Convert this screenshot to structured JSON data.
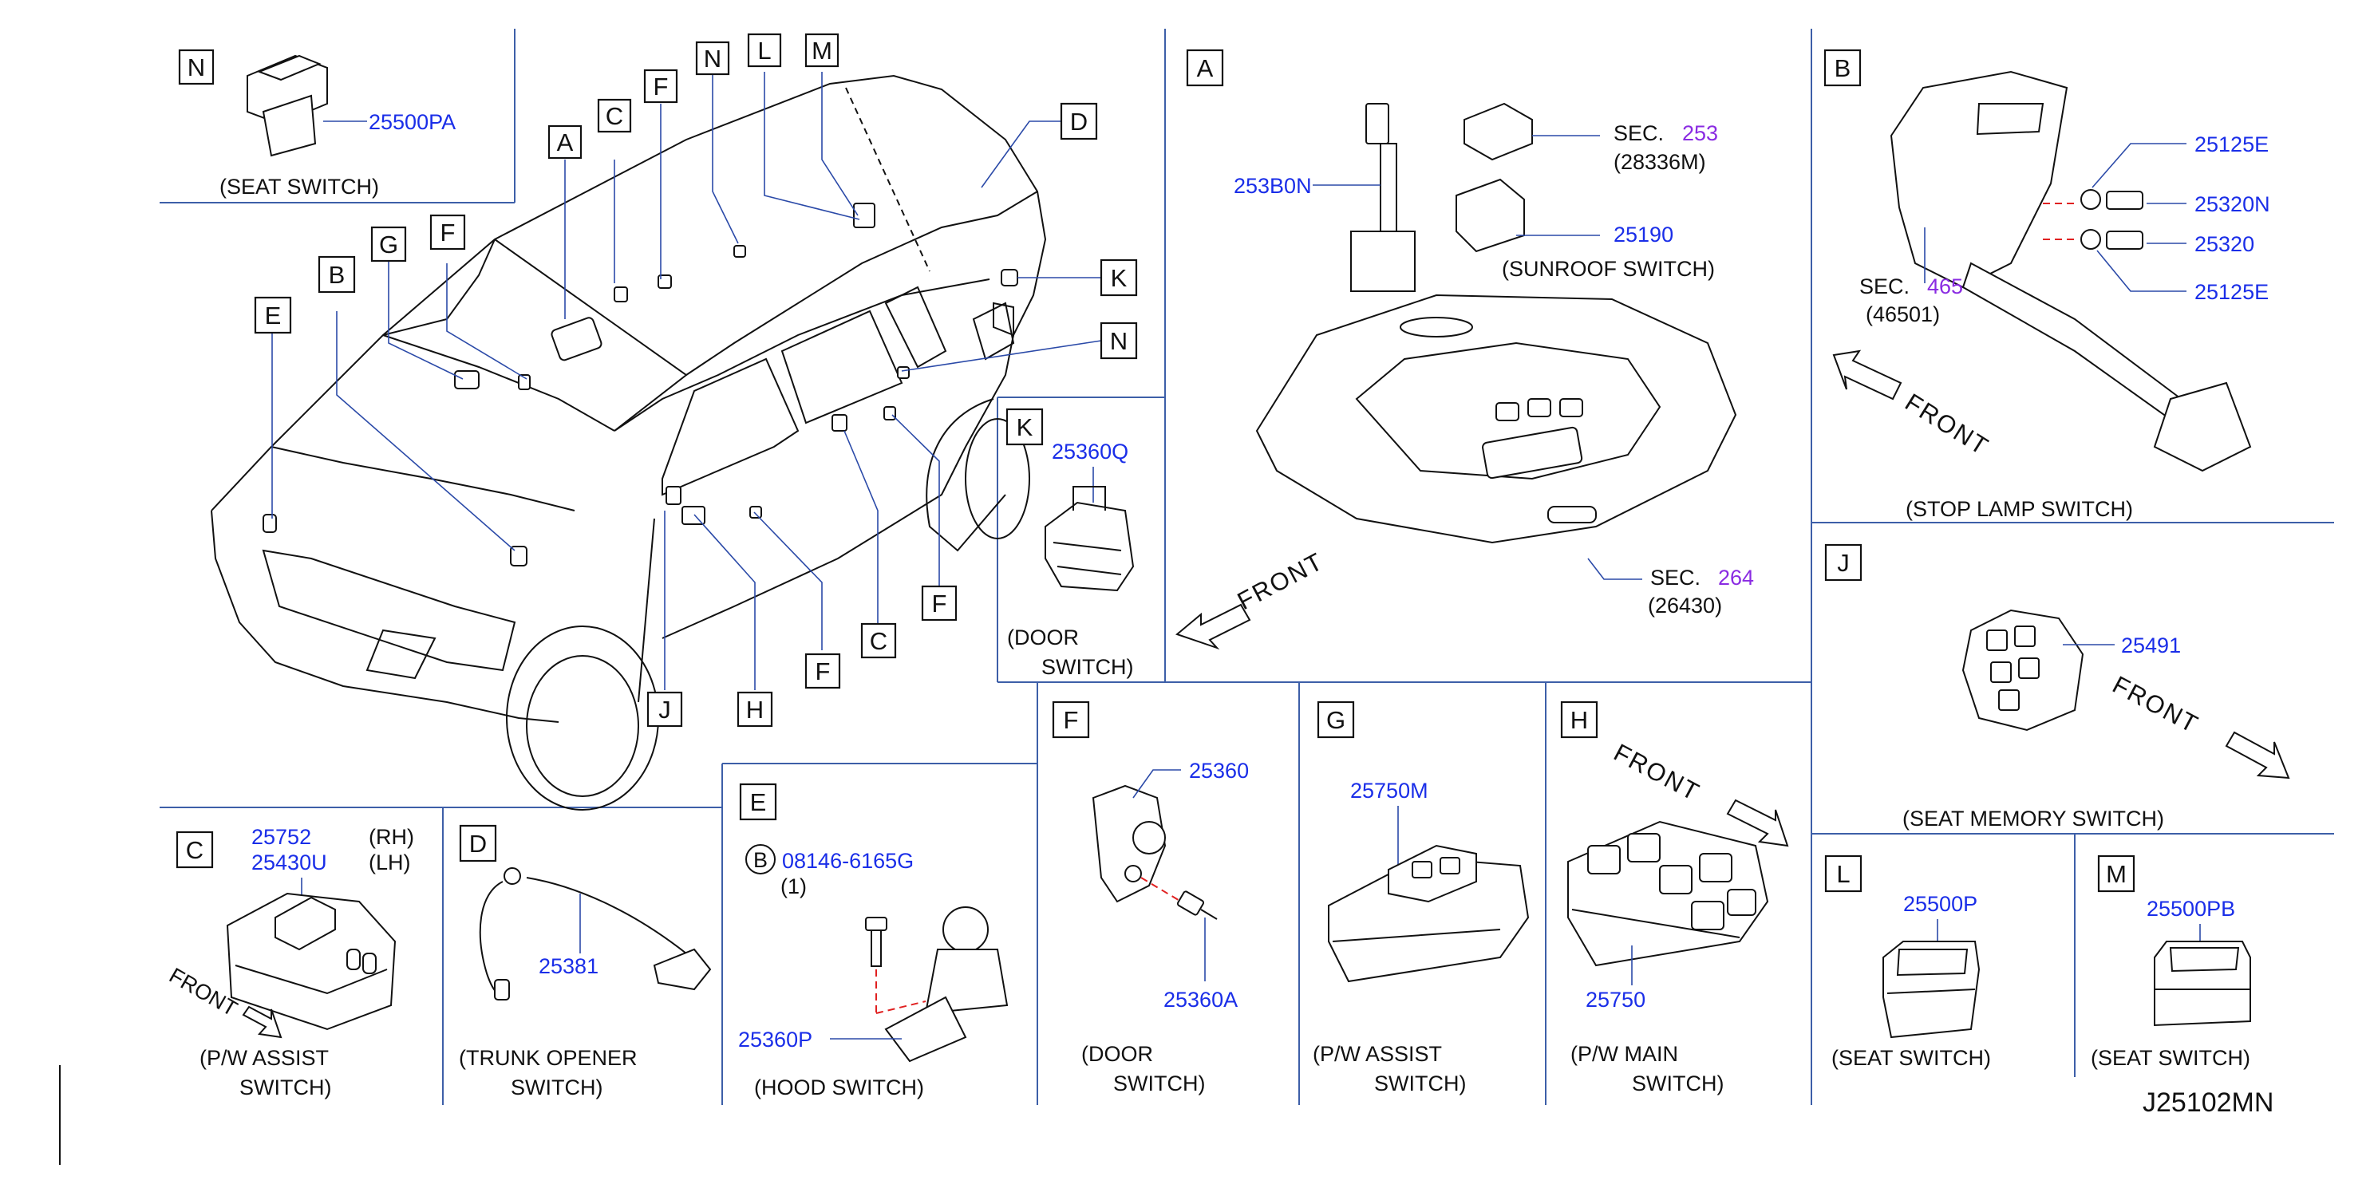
{
  "figure_code": "J25102MN",
  "sections": {
    "N_top": {
      "letter": "N",
      "part": "25500PA",
      "caption": "(SEAT   SWITCH)"
    },
    "A": {
      "letter": "A",
      "parts": [
        "253B0N",
        "25190"
      ],
      "sec1_label": "SEC.",
      "sec1_num": "253",
      "sec1_ref": "(28336M)",
      "sunroof_caption": "(SUNROOF   SWITCH)",
      "sec2_label": "SEC.",
      "sec2_num": "264",
      "sec2_ref": "(26430)",
      "front": "FRONT"
    },
    "B": {
      "letter": "B",
      "parts": [
        "25125E",
        "25320N",
        "25320",
        "25125E"
      ],
      "sec_label": "SEC.",
      "sec_num": "465",
      "sec_ref": "(46501)",
      "front": "FRONT",
      "caption": "(STOP   LAMP   SWITCH)"
    },
    "K": {
      "letter": "K",
      "part": "25360Q",
      "caption1": "(DOOR",
      "caption2": "SWITCH)"
    },
    "J": {
      "letter": "J",
      "part": "25491",
      "front": "FRONT",
      "caption": "(SEAT   MEMORY   SWITCH)"
    },
    "C": {
      "letter": "C",
      "part_rh": "25752",
      "rh": "(RH)",
      "part_lh": "25430U",
      "lh": "(LH)",
      "front": "FRONT",
      "caption1": "(P/W   ASSIST",
      "caption2": "SWITCH)"
    },
    "D": {
      "letter": "D",
      "part": "25381",
      "caption1": "(TRUNK   OPENER",
      "caption2": "SWITCH)"
    },
    "E": {
      "letter": "E",
      "bolt_mark": "B",
      "bolt": "08146-6165G",
      "bolt_qty": "(1)",
      "part": "25360P",
      "caption": "(HOOD   SWITCH)"
    },
    "F": {
      "letter": "F",
      "part": "25360",
      "screw": "25360A",
      "caption1": "(DOOR",
      "caption2": "SWITCH)"
    },
    "G": {
      "letter": "G",
      "part": "25750M",
      "caption1": "(P/W   ASSIST",
      "caption2": "SWITCH)"
    },
    "H": {
      "letter": "H",
      "part": "25750",
      "front": "FRONT",
      "caption1": "(P/W   MAIN",
      "caption2": "SWITCH)"
    },
    "L": {
      "letter": "L",
      "part": "25500P",
      "caption": "(SEAT   SWITCH)"
    },
    "M": {
      "letter": "M",
      "part": "25500PB",
      "caption": "(SEAT   SWITCH)"
    }
  },
  "vehicle_callouts": [
    "N",
    "L",
    "M",
    "A",
    "C",
    "F",
    "D",
    "G",
    "F",
    "B",
    "E",
    "K",
    "N",
    "C",
    "F",
    "J",
    "H",
    "F"
  ],
  "colors": {
    "part_number": "#1a2ee8",
    "section_ref": "#8a2be2",
    "divider": "#3d5fa8",
    "hidden_line": "#e02020"
  }
}
